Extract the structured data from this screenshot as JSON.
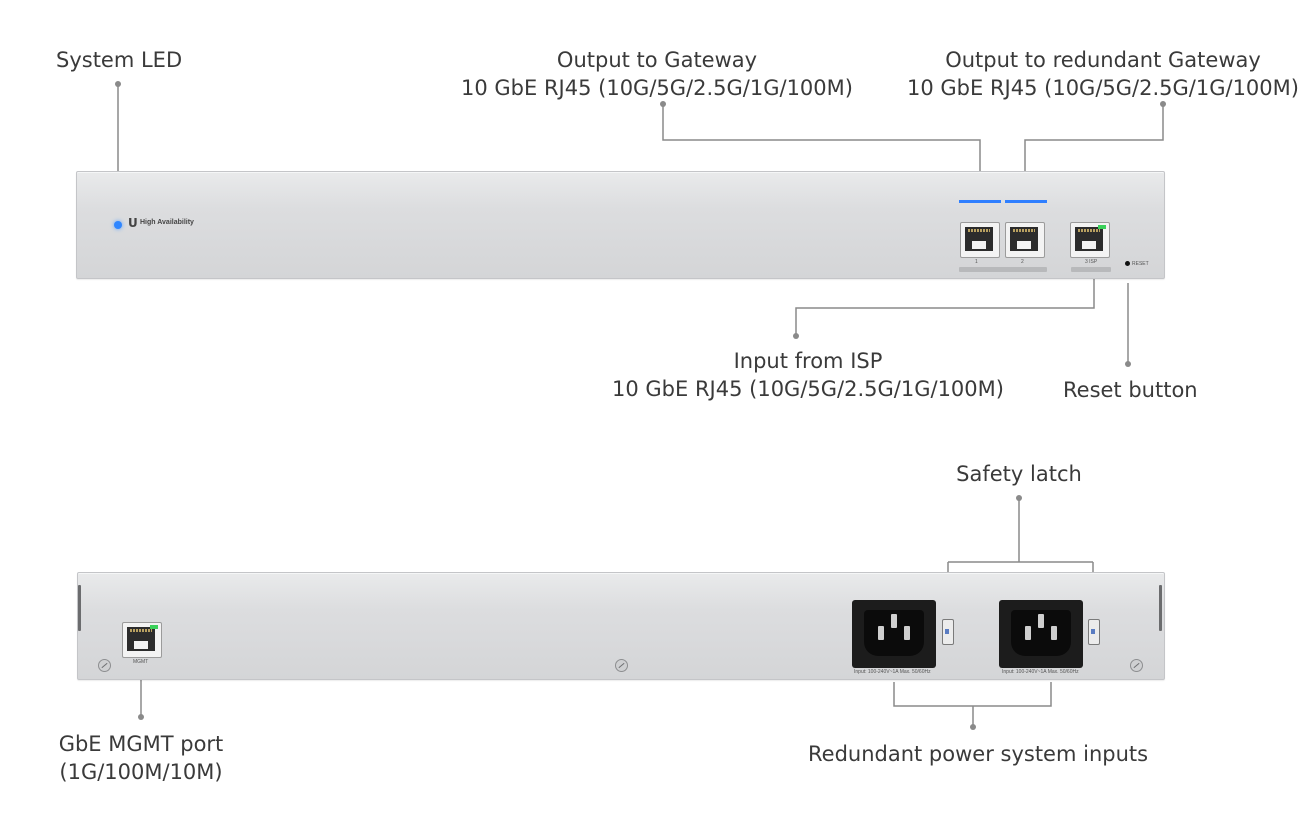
{
  "labels": {
    "system_led": "System LED",
    "output_gateway": {
      "title": "Output to Gateway",
      "spec": "10 GbE RJ45 (10G/5G/2.5G/1G/100M)"
    },
    "output_redundant": {
      "title": "Output to redundant Gateway",
      "spec": "10 GbE RJ45 (10G/5G/2.5G/1G/100M)"
    },
    "input_isp": {
      "title": "Input from ISP",
      "spec": "10 GbE RJ45 (10G/5G/2.5G/1G/100M)"
    },
    "reset_button": "Reset button",
    "safety_latch": "Safety latch",
    "mgmt_port": {
      "title": "GbE MGMT port",
      "spec": "(1G/100M/10M)"
    },
    "power_inputs": "Redundant power system inputs"
  },
  "front_panel": {
    "brand_text": "High Availability",
    "port1_label": "1",
    "port2_label": "2",
    "port3_label": "3 ISP",
    "reset_label": "RESET"
  },
  "back_panel": {
    "mgmt_label": "MGMT",
    "inlet_rating": "Input: 100-240V~1A Max. 50/60Hz"
  },
  "colors": {
    "led_blue": "#2f86ff",
    "link_blue": "#2f7fff",
    "activity_green": "#3ad05a",
    "leader_line": "#8a8a8a"
  }
}
